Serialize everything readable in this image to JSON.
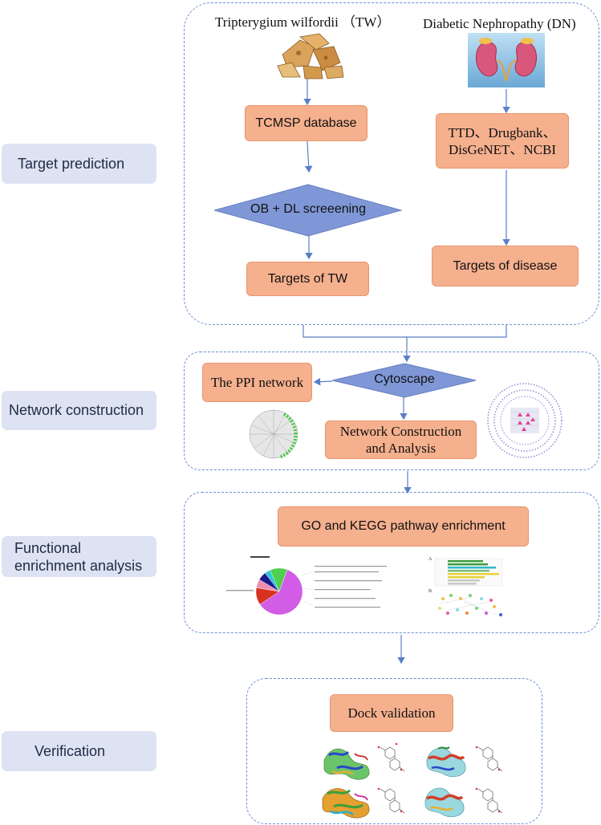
{
  "stages": {
    "target_prediction": "Target prediction",
    "network_construction": "Network construction",
    "functional_enrichment_line1": "Functional",
    "functional_enrichment_line2": "enrichment analysis",
    "verification": "Verification"
  },
  "section1": {
    "tw_title": "Tripterygium wilfordii  （TW）",
    "dn_title": "Diabetic Nephropathy (DN)",
    "tcmsp": "TCMSP database",
    "screening": "OB  +  DL screeening",
    "targets_tw": "Targets of TW",
    "dn_db_line1": "TTD、Drugbank、",
    "dn_db_line2": "DisGeNET、NCBI",
    "targets_disease": "Targets of disease"
  },
  "section2": {
    "ppi": "The PPI network",
    "cytoscape": "Cytoscape",
    "network_line1": "Network Construction",
    "network_line2": "and Analysis"
  },
  "section3": {
    "go_kegg": "GO and KEGG pathway enrichment",
    "kegg_panel_a": "A",
    "kegg_panel_b": "B"
  },
  "section4": {
    "dock": "Dock validation"
  },
  "colors": {
    "box_fill": "#f5b08e",
    "diamond_fill": "#7f97d6",
    "panel_border": "#6b8fd4",
    "stage_fill": "#dde3f2",
    "arrow": "#5b7fc7"
  },
  "pie_slices_percent": [
    {
      "color": "#d25ce6",
      "value": 60
    },
    {
      "color": "#d8311f",
      "value": 12
    },
    {
      "color": "#ef8fb0",
      "value": 6
    },
    {
      "color": "#1c1c8c",
      "value": 6
    },
    {
      "color": "#2ec6d8",
      "value": 4
    },
    {
      "color": "#4fce4f",
      "value": 12
    }
  ]
}
